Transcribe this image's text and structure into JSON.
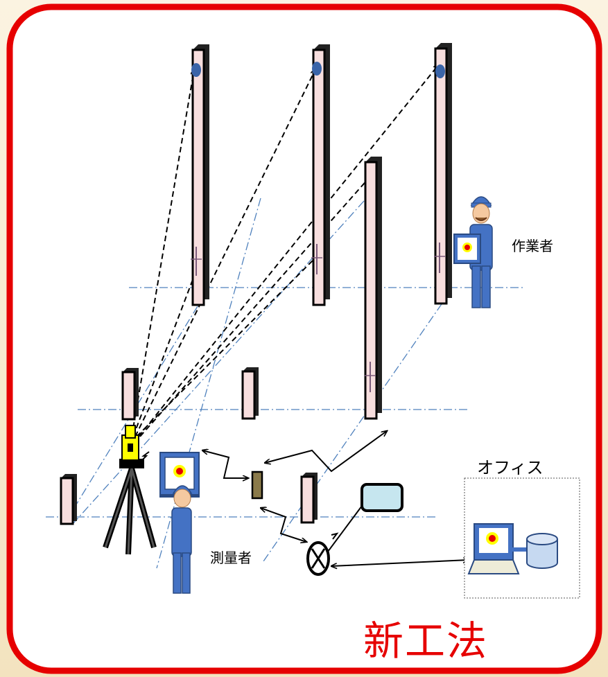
{
  "labels": {
    "worker": "作業者",
    "surveyor": "測量者",
    "office": "オフィス",
    "method": "新工法"
  },
  "colors": {
    "frame": "#e60000",
    "pillar_fill": "#f7dede",
    "person_blue": "#4472c4",
    "total_station_yellow": "#ffff00",
    "gridline_blue": "#4f81bd",
    "device_cyan": "#c6e6ef"
  },
  "icons": [
    "pillar",
    "prism-target",
    "total-station",
    "tablet",
    "surveyor-person",
    "worker-person",
    "wireless-link",
    "router-icon",
    "display-device",
    "office-pc",
    "database-icon"
  ]
}
